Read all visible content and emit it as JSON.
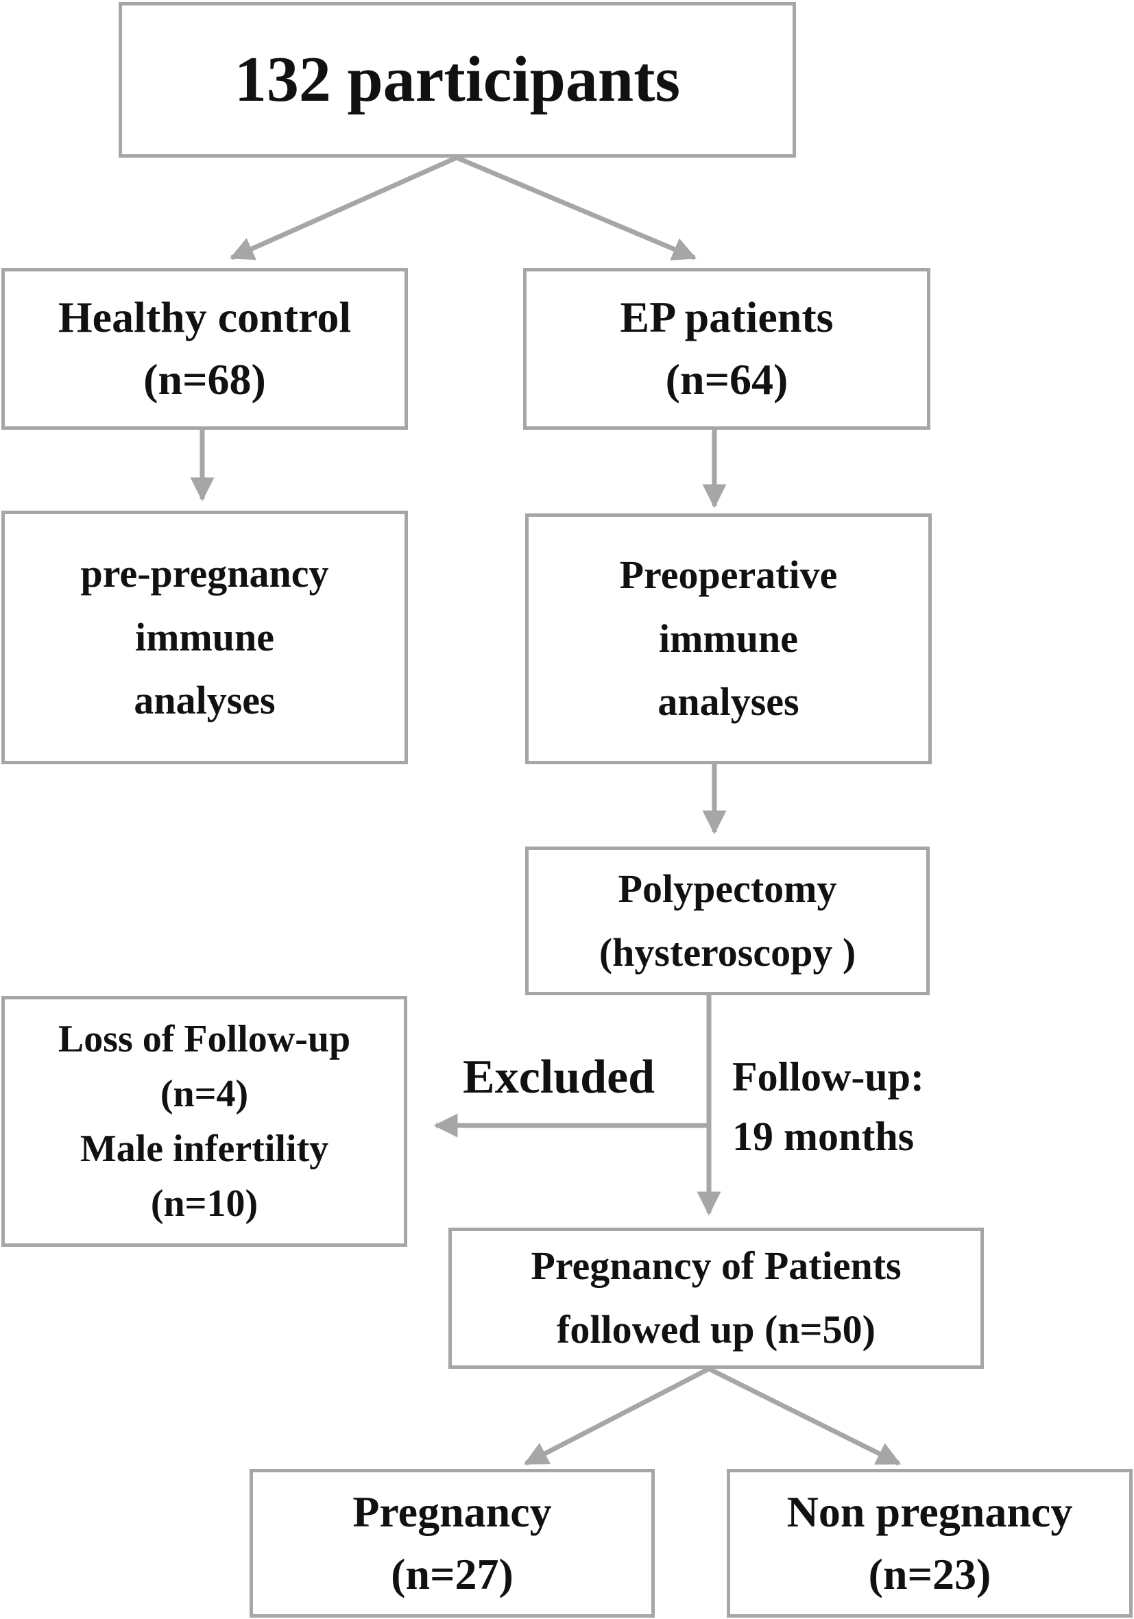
{
  "nodes": {
    "participants": {
      "lines": [
        "132  participants"
      ]
    },
    "healthy_control": {
      "lines": [
        "Healthy control",
        "(n=68)"
      ]
    },
    "ep_patients": {
      "lines": [
        "EP patients",
        "(n=64)"
      ]
    },
    "pre_pregnancy": {
      "lines": [
        "pre-pregnancy",
        "immune",
        "analyses"
      ]
    },
    "preoperative": {
      "lines": [
        "Preoperative",
        "immune",
        "analyses"
      ]
    },
    "polypectomy": {
      "lines": [
        "Polypectomy",
        "(hysteroscopy )"
      ]
    },
    "excluded": {
      "lines": [
        "Loss of Follow-up",
        "(n=4)",
        "Male infertility",
        "(n=10)"
      ]
    },
    "followed_up": {
      "lines": [
        "Pregnancy of Patients",
        "followed up (n=50)"
      ]
    },
    "pregnancy": {
      "lines": [
        "Pregnancy",
        "(n=27)"
      ]
    },
    "non_pregnancy": {
      "lines": [
        "Non pregnancy",
        "(n=23)"
      ]
    }
  },
  "labels": {
    "excluded": "Excluded",
    "followup_line1": "Follow-up:",
    "followup_line2": "19 months"
  },
  "colors": {
    "border": "#a6a6a6",
    "arrow": "#a6a6a6",
    "text": "#111111",
    "background": "#ffffff"
  }
}
